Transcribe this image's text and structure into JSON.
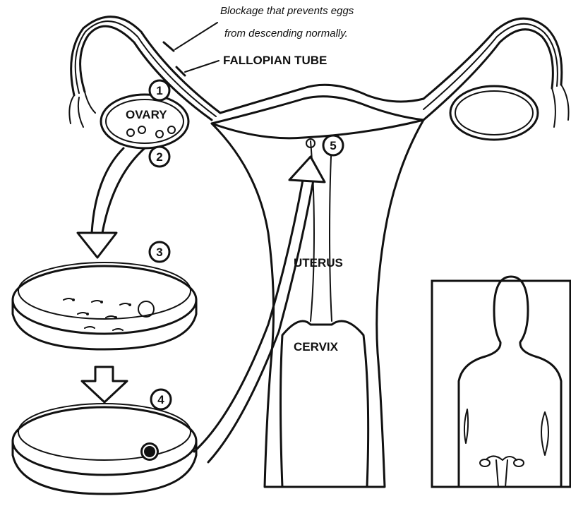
{
  "labels": {
    "blockage_line1": "Blockage that prevents eggs",
    "blockage_line2": "from descending normally.",
    "fallopian_tube": "FALLOPIAN TUBE",
    "ovary": "OVARY",
    "uterus": "UTERUS",
    "cervix": "CERVIX"
  },
  "steps": [
    "1",
    "2",
    "3",
    "4",
    "5"
  ],
  "colors": {
    "ink": "#111111",
    "paper": "#ffffff"
  }
}
